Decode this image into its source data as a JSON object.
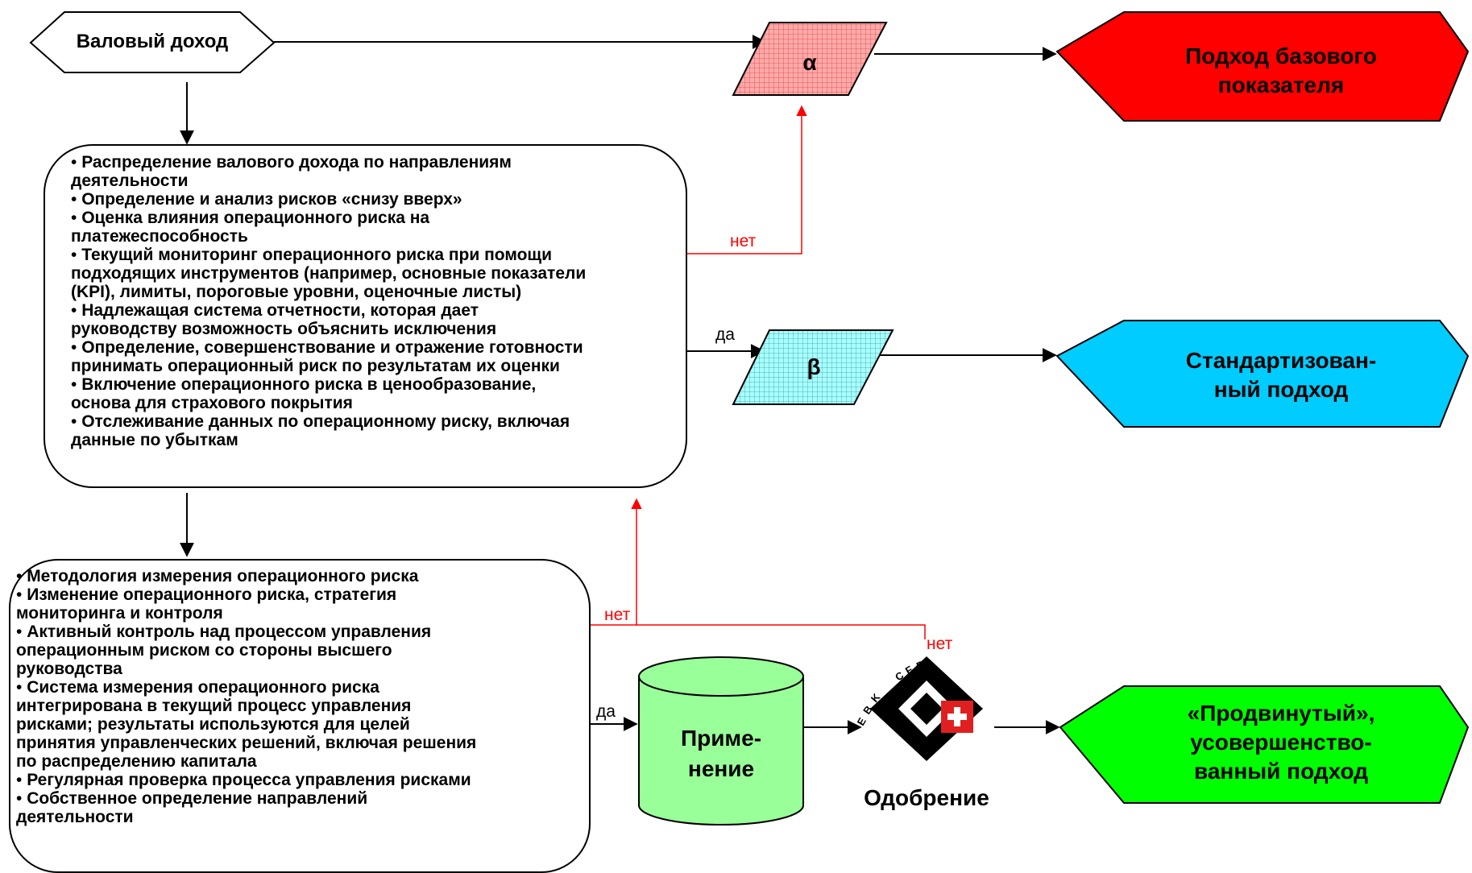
{
  "start": {
    "label": "Валовый доход"
  },
  "alpha": {
    "symbol": "α"
  },
  "beta": {
    "symbol": "β"
  },
  "outcomes": {
    "basic": {
      "line1": "Подход базового",
      "line2": "показателя",
      "color": "#ff0000"
    },
    "standard": {
      "line1": "Стандартизован-",
      "line2": "ный подход",
      "color": "#00ccff"
    },
    "advanced": {
      "line1": "«Продвинутый»,",
      "line2": "усовершенство-",
      "line3": "ванный подход",
      "color": "#00ff00"
    }
  },
  "criteria_box_1": {
    "items": [
      {
        "lines": [
          "Распределение валового дохода по направлениям",
          "деятельности"
        ]
      },
      {
        "lines": [
          "Определение и анализ рисков «снизу вверх»"
        ]
      },
      {
        "lines": [
          "Оценка влияния операционного риска на",
          "платежеспособность"
        ]
      },
      {
        "lines": [
          "Текущий мониторинг операционного риска при помощи",
          "подходящих инструментов (например, основные показатели",
          "(KPI), лимиты, пороговые уровни, оценочные листы)"
        ]
      },
      {
        "lines": [
          "Надлежащая система отчетности, которая дает",
          "руководству возможность объяснить исключения"
        ]
      },
      {
        "lines": [
          "Определение, совершенствование и отражение готовности",
          "принимать операционный риск по результатам их оценки"
        ]
      },
      {
        "lines": [
          "Включение операционного риска в ценообразование,",
          "основа для страхового покрытия"
        ]
      },
      {
        "lines": [
          "Отслеживание данных по операционному риску, включая",
          "данные по убыткам"
        ]
      }
    ]
  },
  "criteria_box_2": {
    "items": [
      {
        "lines": [
          "Методология измерения операционного риска"
        ]
      },
      {
        "lines": [
          "Изменение операционного риска, стратегия",
          "мониторинга и контроля"
        ]
      },
      {
        "lines": [
          "Активный контроль над процессом управления",
          "операционным риском со стороны высшего",
          "руководства"
        ]
      },
      {
        "lines": [
          "Система измерения операционного риска",
          "интегрирована в текущий процесс управления",
          "рисками; результаты используются для целей",
          "принятия управленческих решений, включая решения",
          "по распределению капитала"
        ]
      },
      {
        "lines": [
          "Регулярная проверка процесса управления рисками"
        ]
      },
      {
        "lines": [
          "Собственное определение направлений",
          "деятельности"
        ]
      }
    ]
  },
  "application": {
    "line1": "Приме-",
    "line2": "нение",
    "color": "#99ff99"
  },
  "approval": {
    "label": "Одобрение",
    "logo_letters": [
      "E",
      "B",
      "K",
      "C",
      "F",
      "B"
    ]
  },
  "labels": {
    "no_1": "нет",
    "yes_1": "да",
    "no_2": "нет",
    "no_3": "нет",
    "yes_2": "да"
  },
  "colors": {
    "accent_red": "#ff0000",
    "alpha_fill": "#ff9999",
    "beta_fill": "#99ffff"
  }
}
